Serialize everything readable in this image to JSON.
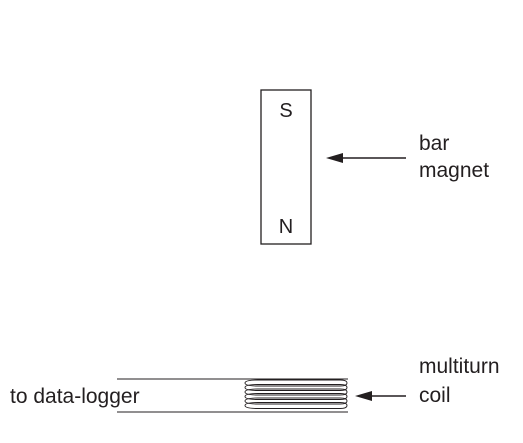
{
  "magnet": {
    "top_pole": "S",
    "bottom_pole": "N",
    "label_line1": "bar",
    "label_line2": "magnet"
  },
  "coil": {
    "label_line1": "multiturn",
    "label_line2": "coil"
  },
  "logger_label": "to data-logger",
  "colors": {
    "ink": "#231f20",
    "background": "#ffffff"
  }
}
